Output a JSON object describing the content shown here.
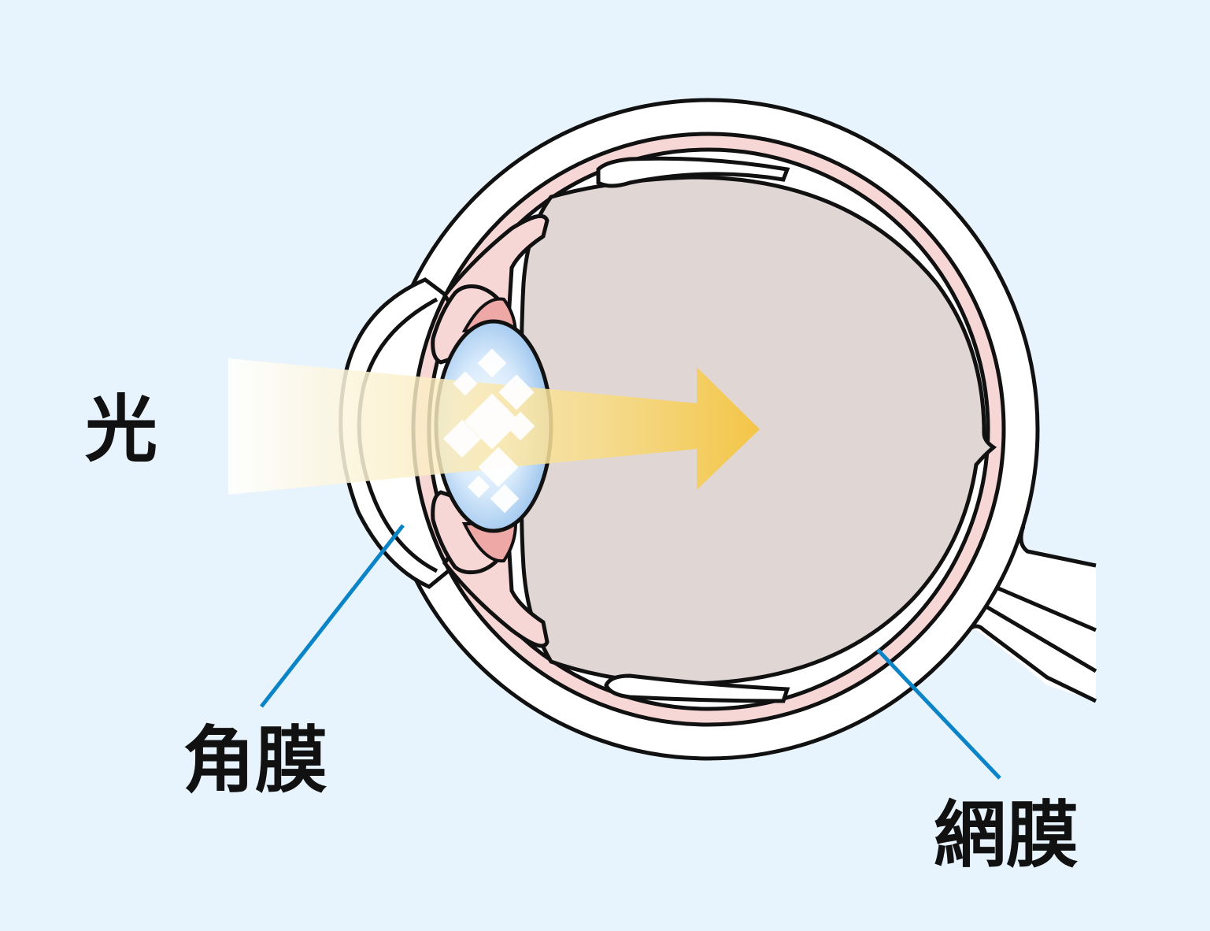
{
  "labels": {
    "light": "光",
    "cornea": "角膜",
    "retina": "網膜"
  },
  "colors": {
    "background": "#e8f4fd",
    "outline": "#111111",
    "choroid_pink": "#f7d6d6",
    "vitreous": "#e0d7d5",
    "iris_red": "#eea8a6",
    "lens_blue": "#a8cdf0",
    "light_arrow": "#f5c43a",
    "leader_line": "#0a84c6"
  },
  "icons": {
    "light_ray": "arrow-right",
    "sparkle": "diamond-sparkles"
  }
}
